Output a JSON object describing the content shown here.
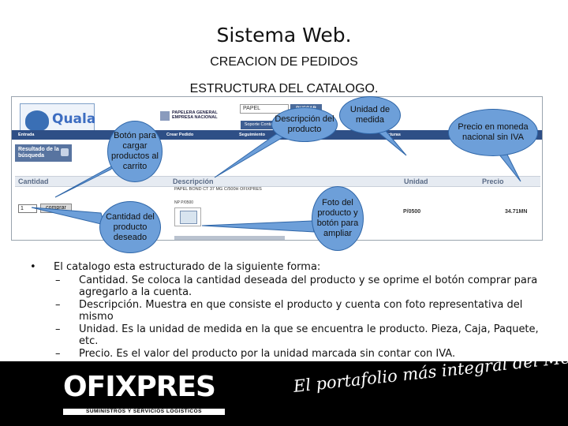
{
  "slide": {
    "title": "Sistema Web.",
    "subtitle": "CREACION DE PEDIDOS",
    "section": "ESTRUCTURA DEL CATALOGO."
  },
  "screenshot": {
    "logo_text": "Quala",
    "search_value": "PAPEL",
    "search_button": "BUSCAR",
    "partner_logo": "PAPELERA GENERAL",
    "partner_sub": "EMPRESA NACIONAL",
    "secondary_button": "Soporte Conta",
    "nav_items": [
      "Entrada",
      "Crear Pedido",
      "Seguimiento",
      "Facturas"
    ],
    "resultado_label": "Resultado de la búsqueda",
    "columns": {
      "cantidad": "Cantidad",
      "descripcion": "Descripción",
      "unidad": "Unidad",
      "precio": "Precio"
    },
    "row": {
      "quantity": "1",
      "buy_label": "comprar",
      "description": "PAPEL BOND CT 37 MG C/500H OFIXPRES",
      "code": "NP P/0500",
      "unit": "P/0500",
      "price": "34.71MN"
    }
  },
  "callouts": {
    "boton": "Botón para cargar productos al carrito",
    "cantidad": "Cantidad del producto deseado",
    "descripcion": "Descripción del producto",
    "unidad": "Unidad de medida",
    "foto": "Foto del producto y botón para ampliar",
    "precio": "Precio en moneda nacional sin IVA"
  },
  "bullets": {
    "intro": "El catalogo esta estructurado de la siguiente forma:",
    "items": [
      "Cantidad. Se coloca la cantidad deseada del producto y se oprime el botón comprar para agregarlo a la cuenta.",
      "Descripción. Muestra en que consiste el producto y cuenta con foto representativa del mismo",
      "Unidad. Es la unidad de medida en la que se encuentra le producto. Pieza, Caja, Paquete, etc.",
      "Precio. Es el valor del producto por la unidad marcada sin contar con IVA."
    ]
  },
  "footer": {
    "brand": "OFIXPRES",
    "brand_sub": "SUMINISTROS Y SERVICIOS LOGISTICOS",
    "tagline": "El portafolio más integral del Mercado"
  },
  "colors": {
    "callout_fill": "#6d9fd9",
    "callout_border": "#2f66a8",
    "nav_blue": "#2e4f86",
    "footer_bg": "#000000"
  }
}
